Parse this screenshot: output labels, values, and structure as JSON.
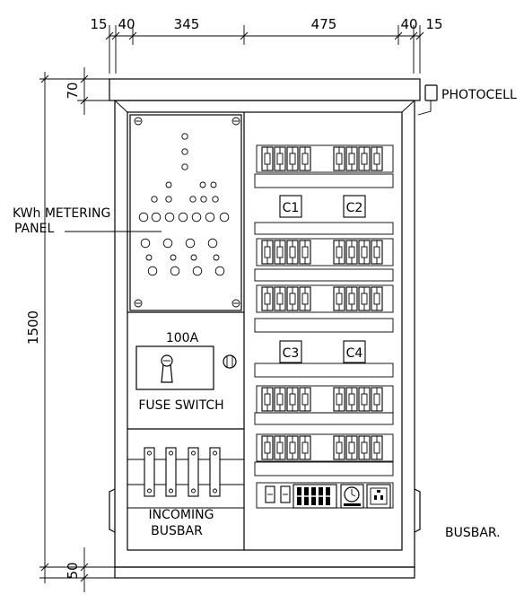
{
  "dimensions": {
    "top": [
      "15",
      "40",
      "345",
      "475",
      "40",
      "15"
    ],
    "left_top": "70",
    "left_height": "1500",
    "left_bottom": "50"
  },
  "labels": {
    "photocell": "PHOTOCELL",
    "kwh_line1": "KWh METERING",
    "kwh_line2": "PANEL",
    "fuse_rating": "100A",
    "fuse_switch": "FUSE SWITCH",
    "incoming_line1": "INCOMING",
    "incoming_line2": "BUSBAR",
    "busbar": "BUSBAR."
  },
  "circuits": [
    "C1",
    "C2",
    "C3",
    "C4"
  ]
}
